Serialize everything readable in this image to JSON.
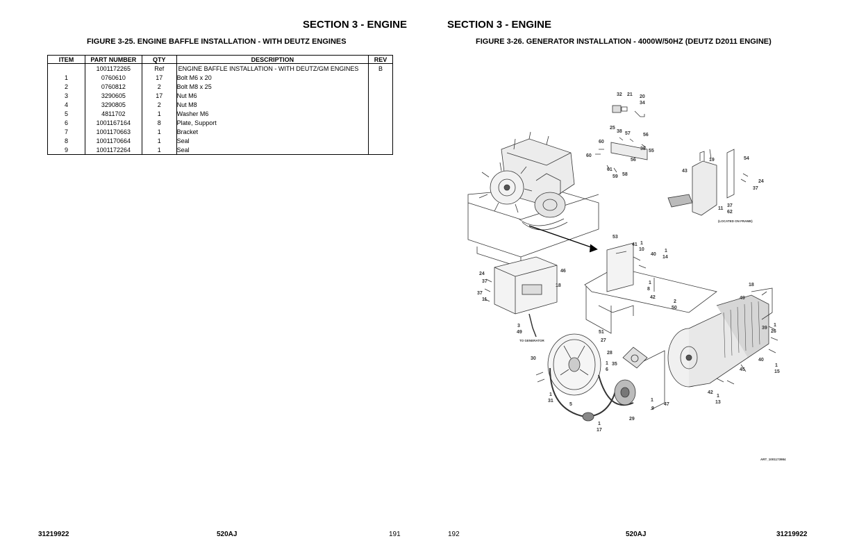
{
  "left_page": {
    "section_title": "SECTION 3 - ENGINE",
    "figure_title": "FIGURE 3-25. ENGINE BAFFLE INSTALLATION - WITH DEUTZ ENGINES",
    "table": {
      "headers": [
        "ITEM",
        "PART NUMBER",
        "QTY",
        "DESCRIPTION",
        "REV"
      ],
      "rows": [
        {
          "item": "",
          "part": "1001172265",
          "qty": "Ref",
          "desc": "ENGINE BAFFLE INSTALLATION - WITH DEUTZ/GM ENGINES",
          "rev": "B"
        },
        {
          "item": "1",
          "part": "0760610",
          "qty": "17",
          "desc": "Bolt M6 x 20",
          "rev": ""
        },
        {
          "item": "2",
          "part": "0760812",
          "qty": "2",
          "desc": "Bolt M8 x 25",
          "rev": ""
        },
        {
          "item": "3",
          "part": "3290605",
          "qty": "17",
          "desc": "Nut M6",
          "rev": ""
        },
        {
          "item": "4",
          "part": "3290805",
          "qty": "2",
          "desc": "Nut M8",
          "rev": ""
        },
        {
          "item": "5",
          "part": "4811702",
          "qty": "1",
          "desc": "Washer M6",
          "rev": ""
        },
        {
          "item": "6",
          "part": "1001167164",
          "qty": "8",
          "desc": "Plate, Support",
          "rev": ""
        },
        {
          "item": "7",
          "part": "1001170663",
          "qty": "1",
          "desc": "Bracket",
          "rev": ""
        },
        {
          "item": "8",
          "part": "1001170664",
          "qty": "1",
          "desc": "Seal",
          "rev": ""
        },
        {
          "item": "9",
          "part": "1001172264",
          "qty": "1",
          "desc": "Seal",
          "rev": ""
        }
      ]
    },
    "footer": {
      "doc_number": "31219922",
      "model": "520AJ",
      "page": "191"
    }
  },
  "right_page": {
    "section_title": "SECTION 3 - ENGINE",
    "figure_title": "FIGURE 3-26. GENERATOR INSTALLATION - 4000W/50HZ (DEUTZ D2011 ENGINE)",
    "diagram": {
      "labels": {
        "located_on_frame": "(LOCATED ON FRAME)",
        "to_generator": "TO GENERATOR",
        "art_id": "ART_1001173984"
      },
      "callouts": [
        "32",
        "21",
        "20",
        "34",
        "25",
        "38",
        "57",
        "56",
        "60",
        "38",
        "55",
        "60",
        "56",
        "61",
        "59",
        "58",
        "19",
        "54",
        "43",
        "24",
        "37",
        "11",
        "37",
        "62",
        "53",
        "41",
        "1",
        "10",
        "40",
        "1",
        "14",
        "46",
        "24",
        "37",
        "18",
        "37",
        "11",
        "1",
        "8",
        "42",
        "2",
        "50",
        "18",
        "49",
        "39",
        "1",
        "26",
        "3",
        "49",
        "51",
        "27",
        "28",
        "1",
        "35",
        "6",
        "40",
        "1",
        "15",
        "30",
        "45",
        "42",
        "1",
        "13",
        "1",
        "31",
        "5",
        "29",
        "1",
        "9",
        "47",
        "1",
        "17"
      ]
    },
    "footer": {
      "page": "192",
      "model": "520AJ",
      "doc_number": "31219922"
    }
  }
}
